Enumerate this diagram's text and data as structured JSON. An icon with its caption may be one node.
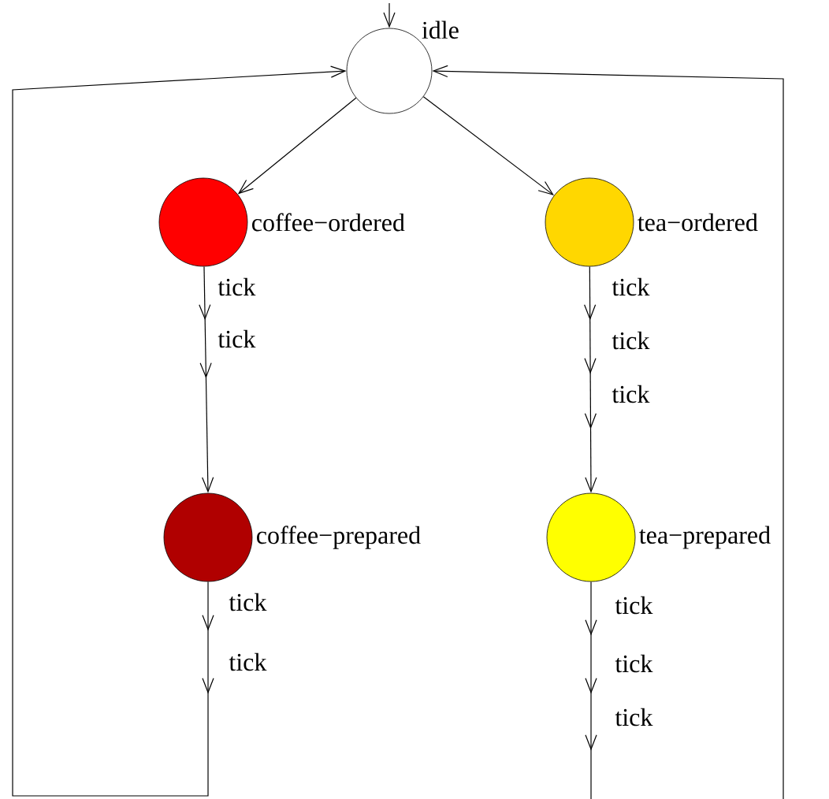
{
  "diagram": {
    "nodes": [
      {
        "text": [
          "idle"
        ]
      },
      {
        "text": [
          "coffee−ordered"
        ]
      },
      {
        "text": [
          "tea−ordered"
        ]
      },
      {
        "text": [
          "coffee−prepared"
        ]
      },
      {
        "text": [
          "tea−prepared"
        ]
      }
    ],
    "edges": [
      {
        "from": null,
        "to": 0,
        "arrow": "to"
      },
      {
        "from": 0,
        "to": 1,
        "arrow": "to"
      },
      {
        "from": 0,
        "to": 2,
        "arrow": "to"
      },
      {
        "from": 1,
        "to": 3,
        "arrow": "to"
      },
      {
        "from": 2,
        "to": 4,
        "arrow": "to"
      },
      {
        "from": 3,
        "to": 0,
        "arrow": "to"
      },
      {
        "from": 4,
        "to": 0,
        "arrow": "to"
      }
    ],
    "labels": [
      "tick",
      "tick",
      "tick",
      "tick",
      "tick",
      "tick",
      "tick",
      "tick",
      "tick",
      "tick"
    ]
  }
}
